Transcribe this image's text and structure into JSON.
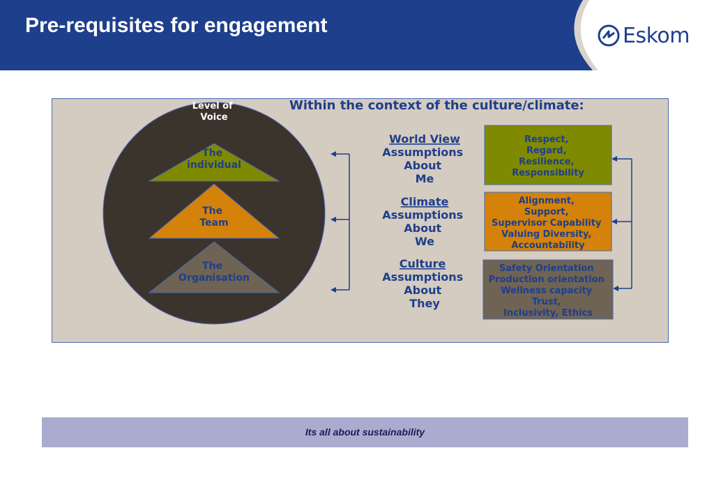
{
  "header": {
    "title": "Pre-requisites for engagement"
  },
  "logo": {
    "text": "Eskom",
    "icon": "eskom-logo-icon"
  },
  "diagram": {
    "title": "Within the context of the culture/climate:",
    "circle_label": [
      "Level of",
      "Voice"
    ],
    "levels": [
      {
        "lines": [
          "The",
          "individual"
        ],
        "color": "#7f8a00"
      },
      {
        "lines": [
          "The",
          "Team"
        ],
        "color": "#d4820a"
      },
      {
        "lines": [
          "The",
          "Organisation"
        ],
        "color": "#6f6353"
      }
    ],
    "assumptions": [
      {
        "heading": "World View",
        "lines": [
          "Assumptions",
          "About",
          "Me"
        ]
      },
      {
        "heading": "Climate",
        "lines": [
          "Assumptions",
          "About",
          "We"
        ]
      },
      {
        "heading": "Culture",
        "lines": [
          "Assumptions",
          "About",
          "They"
        ]
      }
    ],
    "boxes": [
      {
        "lines": [
          "Respect,",
          "Regard,",
          "Resilience,",
          "Responsibility"
        ],
        "color": "#7f8a00"
      },
      {
        "lines": [
          "Alignment,",
          "Support,",
          "Supervisor Capability",
          "Valuing Diversity,",
          "Accountability"
        ],
        "color": "#d4820a"
      },
      {
        "lines": [
          "Safety Orientation",
          "Production orientation",
          "Wellness capacity",
          "Trust,",
          "Inclusivity, Ethics"
        ],
        "color": "#6f6353"
      }
    ],
    "text_color": "#1e3f8b",
    "circle_color": "#3b342d",
    "panel_color": "#d4cbc1"
  },
  "footer": {
    "text": "Its all about sustainability"
  }
}
